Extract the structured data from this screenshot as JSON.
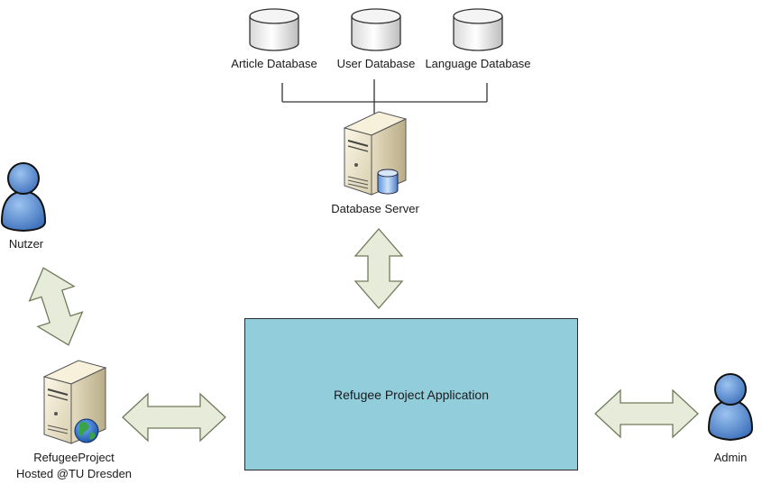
{
  "databases": [
    {
      "label": "Article Database"
    },
    {
      "label": "User Database"
    },
    {
      "label": "Language Database"
    }
  ],
  "database_server": {
    "label": "Database Server"
  },
  "application": {
    "label": "Refugee Project Application"
  },
  "user": {
    "label": "Nutzer"
  },
  "web_server": {
    "label_line1": "RefugeeProject",
    "label_line2": "Hosted @TU Dresden"
  },
  "admin": {
    "label": "Admin"
  },
  "colors": {
    "application_fill": "#92cddc",
    "arrow_fill": "#e6ecd9",
    "arrow_stroke": "#6f7a5a",
    "person_fill": "#5b8fd6",
    "server_fill": "#f2ead2"
  }
}
